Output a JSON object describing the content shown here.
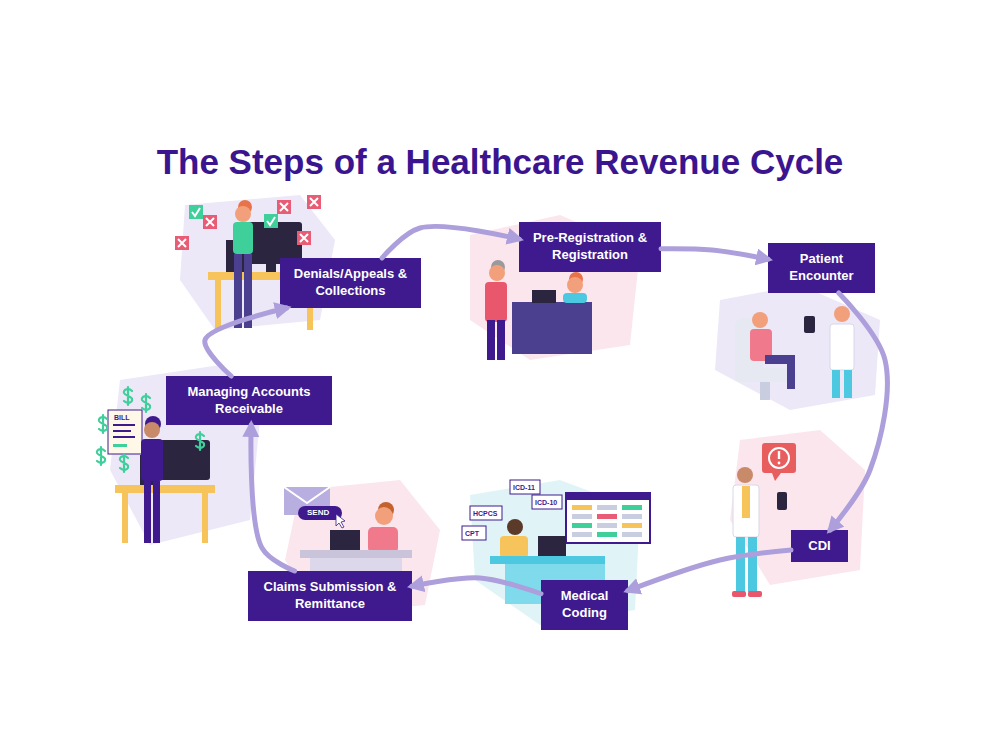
{
  "diagram": {
    "title": "The Steps of a Healthcare Revenue Cycle",
    "nodes": [
      {
        "text": [
          "Pre-Registration & Registration"
        ]
      },
      {
        "text": [
          "Patient Encounter"
        ]
      },
      {
        "text": [
          "CDI"
        ]
      },
      {
        "text": [
          "Medical Coding"
        ]
      },
      {
        "text": [
          "Claims Submission & Remittance"
        ]
      },
      {
        "text": [
          "Managing Accounts Receivable"
        ]
      },
      {
        "text": [
          "Denials/Appeals & Collections"
        ]
      }
    ],
    "edges": [
      {
        "from": 0,
        "to": 1,
        "arrow": "to"
      },
      {
        "from": 1,
        "to": 2,
        "arrow": "to"
      },
      {
        "from": 2,
        "to": 3,
        "arrow": "to"
      },
      {
        "from": 3,
        "to": 4,
        "arrow": "to"
      },
      {
        "from": 4,
        "to": 5,
        "arrow": "to"
      },
      {
        "from": 5,
        "to": 6,
        "arrow": "to"
      },
      {
        "from": 6,
        "to": 0,
        "arrow": "to"
      }
    ],
    "labels": [
      "ICD-11",
      "ICD-10",
      "HCPCS",
      "CPT",
      "BILL",
      "SEND"
    ]
  }
}
